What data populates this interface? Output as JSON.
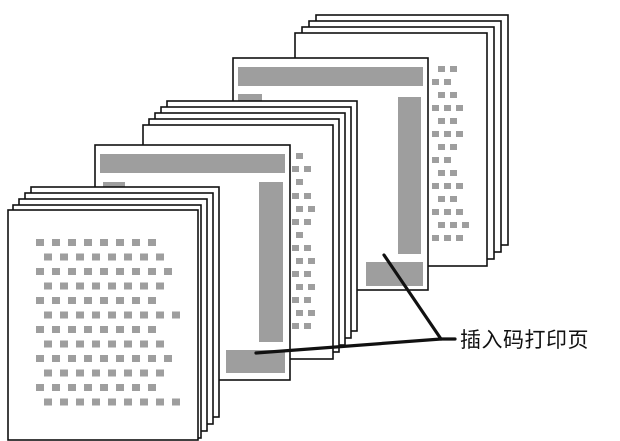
{
  "diagram": {
    "callout": {
      "label": "插入码打印页"
    },
    "stacks": [
      {
        "name": "front-stack",
        "content": "text-page",
        "sheets": 5
      },
      {
        "name": "middle-stack",
        "content": "separator-page",
        "sheets": 6
      },
      {
        "name": "back-stack",
        "content": "separator-page",
        "sheets": 5
      }
    ],
    "colors": {
      "sheet_fill": "#ffffff",
      "sheet_stroke": "#111111",
      "gray_band": "#9e9e9e",
      "leader_line": "#111111"
    }
  }
}
